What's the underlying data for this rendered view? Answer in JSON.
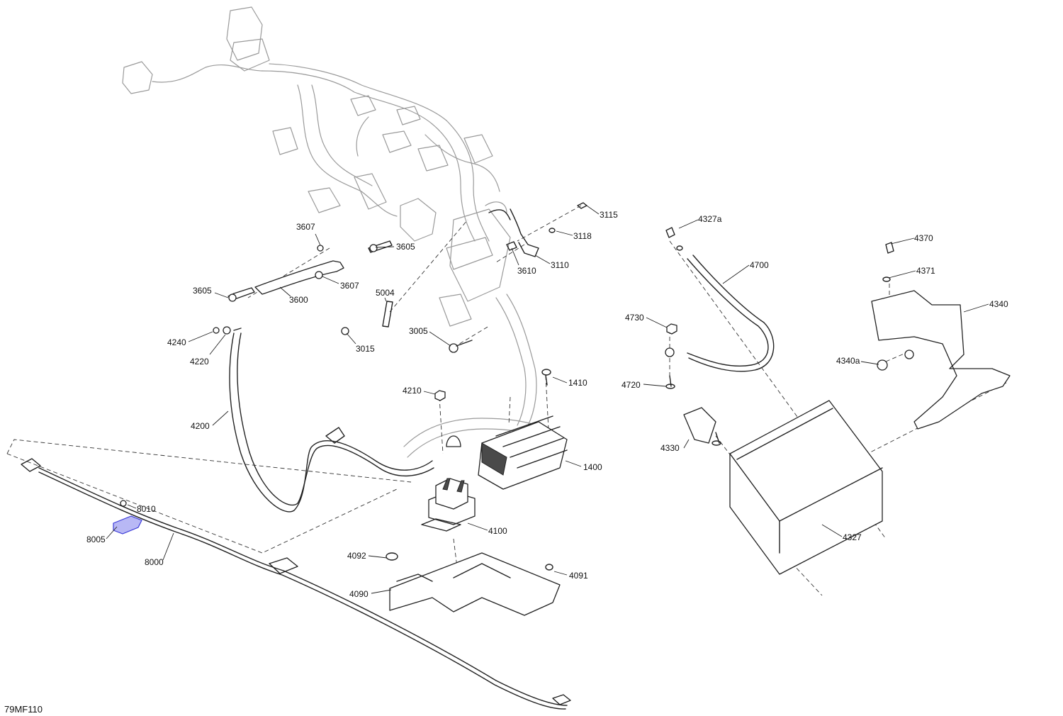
{
  "figure_code": "79MF110",
  "highlight_color": "#3b3bd8",
  "callouts": [
    {
      "id": "c3115",
      "text": "3115"
    },
    {
      "id": "c3118",
      "text": "3118"
    },
    {
      "id": "c3110",
      "text": "3110"
    },
    {
      "id": "c3610",
      "text": "3610"
    },
    {
      "id": "c3607a",
      "text": "3607"
    },
    {
      "id": "c3605a",
      "text": "3605"
    },
    {
      "id": "c3605b",
      "text": "3605"
    },
    {
      "id": "c3607b",
      "text": "3607"
    },
    {
      "id": "c3600",
      "text": "3600"
    },
    {
      "id": "c5004",
      "text": "5004"
    },
    {
      "id": "c3015",
      "text": "3015"
    },
    {
      "id": "c3005",
      "text": "3005"
    },
    {
      "id": "c4240",
      "text": "4240"
    },
    {
      "id": "c4220",
      "text": "4220"
    },
    {
      "id": "c4200",
      "text": "4200"
    },
    {
      "id": "c4210",
      "text": "4210"
    },
    {
      "id": "c1410",
      "text": "1410"
    },
    {
      "id": "c1400",
      "text": "1400"
    },
    {
      "id": "c4100",
      "text": "4100"
    },
    {
      "id": "c4092",
      "text": "4092"
    },
    {
      "id": "c4091",
      "text": "4091"
    },
    {
      "id": "c4090",
      "text": "4090"
    },
    {
      "id": "c8010",
      "text": "8010"
    },
    {
      "id": "c8005",
      "text": "8005"
    },
    {
      "id": "c8000",
      "text": "8000"
    },
    {
      "id": "c4327a",
      "text": "4327a"
    },
    {
      "id": "c4700",
      "text": "4700"
    },
    {
      "id": "c4730",
      "text": "4730"
    },
    {
      "id": "c4720",
      "text": "4720"
    },
    {
      "id": "c4330",
      "text": "4330"
    },
    {
      "id": "c4327",
      "text": "4327"
    },
    {
      "id": "c4370",
      "text": "4370"
    },
    {
      "id": "c4371",
      "text": "4371"
    },
    {
      "id": "c4340",
      "text": "4340"
    },
    {
      "id": "c4340a",
      "text": "4340a"
    }
  ]
}
